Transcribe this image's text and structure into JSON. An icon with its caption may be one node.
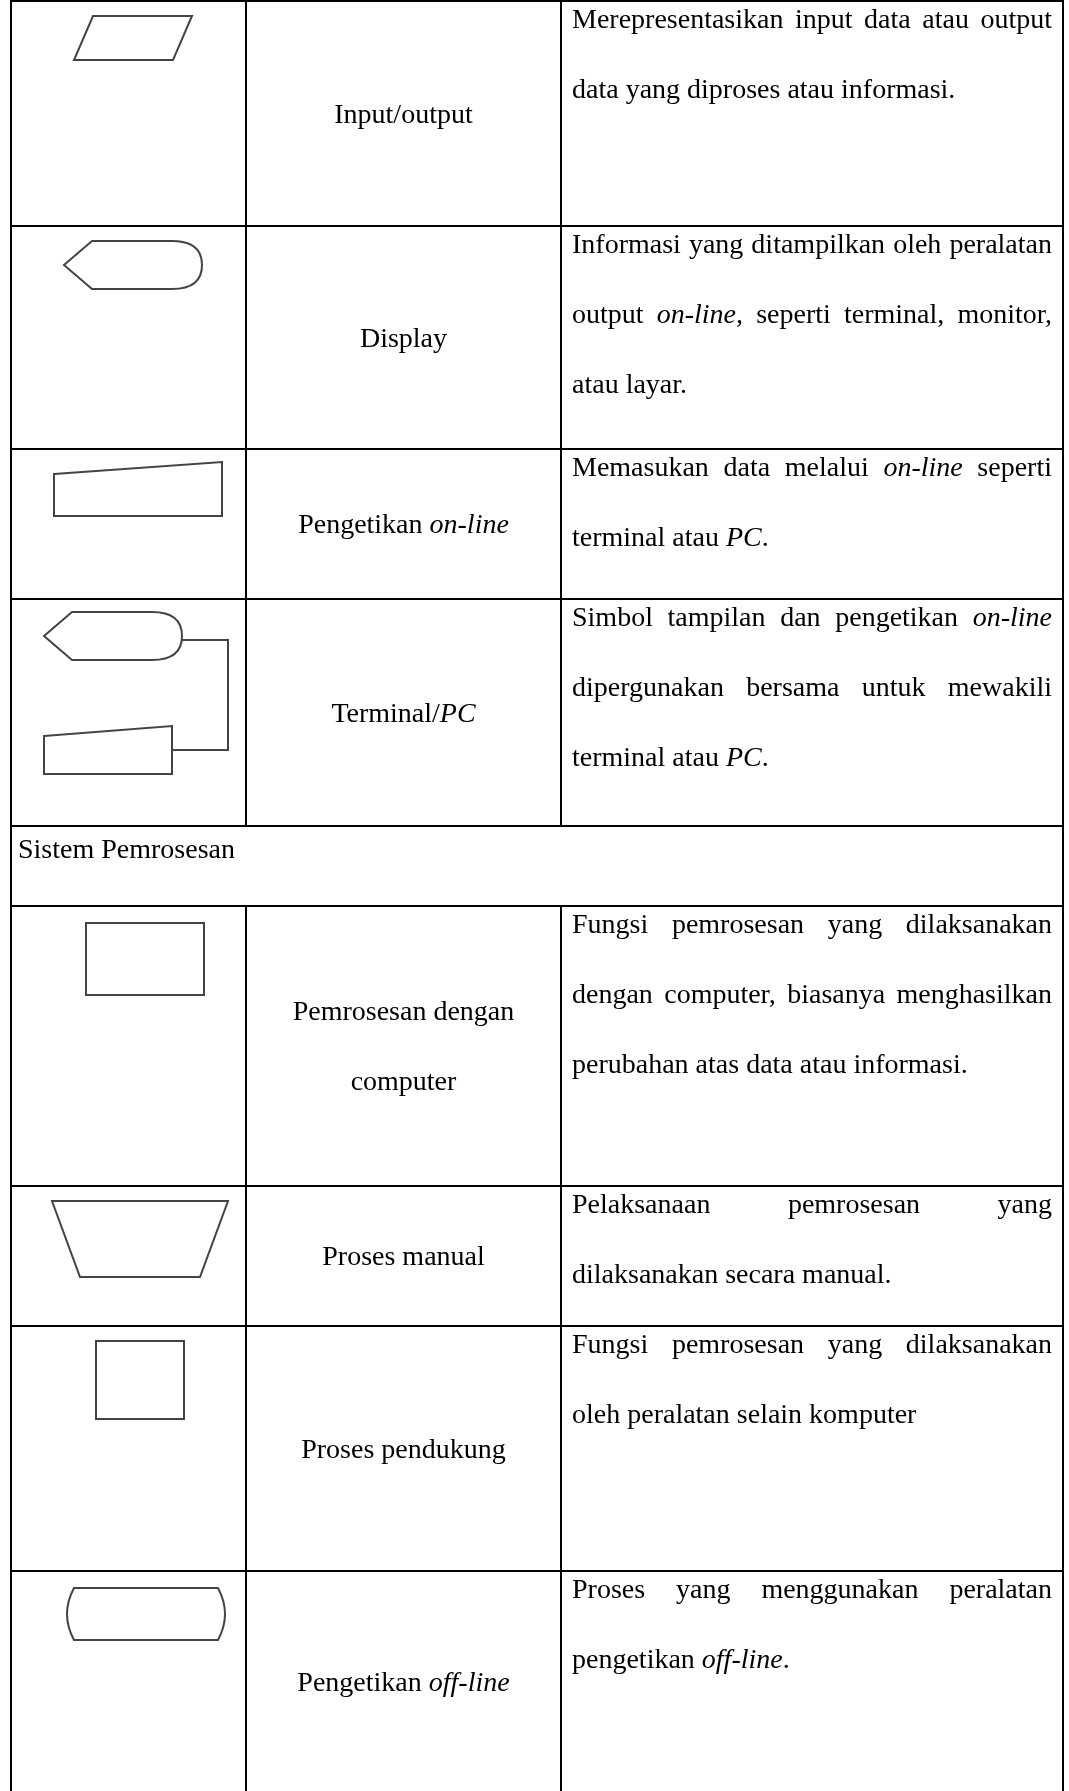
{
  "diagram": {
    "labels": [
      "Input/output",
      "Merepresentasikan input data atau output data yang diproses atau informasi.",
      "Display",
      "Informasi yang ditampilkan oleh peralatan output *on-line,* seperti terminal, monitor, atau layar.",
      "Pengetikan *on-line*",
      "Memasukan data melalui *on-line* seperti terminal atau *PC*.",
      "Terminal/*PC*",
      "Simbol tampilan dan pengetikan *on-line* dipergunakan bersama untuk mewakili terminal atau *PC*.",
      "Sistem Pemrosesan",
      "Pemrosesan dengan computer",
      "Fungsi pemrosesan yang dilaksanakan dengan computer, biasanya menghasilkan perubahan atas data atau informasi.",
      "Proses manual",
      "Pelaksanaan pemrosesan yang dilaksanakan secara manual.",
      "Proses pendukung",
      "Fungsi pemrosesan yang dilaksanakan oleh peralatan selain komputer",
      "Pengetikan *off-line*",
      "Proses yang menggunakan peralatan pengetikan *off-line*."
    ]
  }
}
